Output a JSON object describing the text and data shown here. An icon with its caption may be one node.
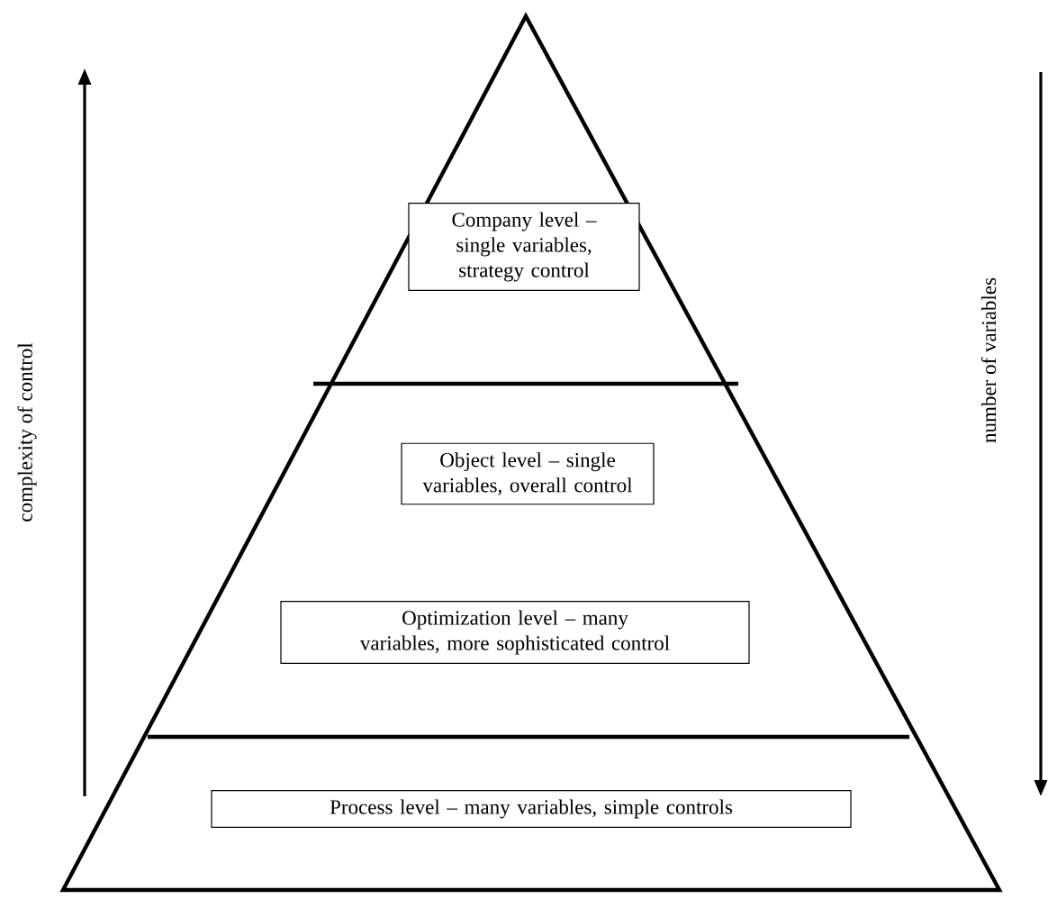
{
  "diagram": {
    "nodes": [
      {
        "text": [
          "Company level – single variables, strategy control"
        ]
      },
      {
        "text": [
          "Object level – single variables, overall control"
        ]
      },
      {
        "text": [
          "Optimization level – many variables, more sophisticated control"
        ]
      },
      {
        "text": [
          "Process level – many variables, simple controls"
        ]
      }
    ],
    "labels": [
      "complexity of control",
      "number of variables"
    ]
  }
}
